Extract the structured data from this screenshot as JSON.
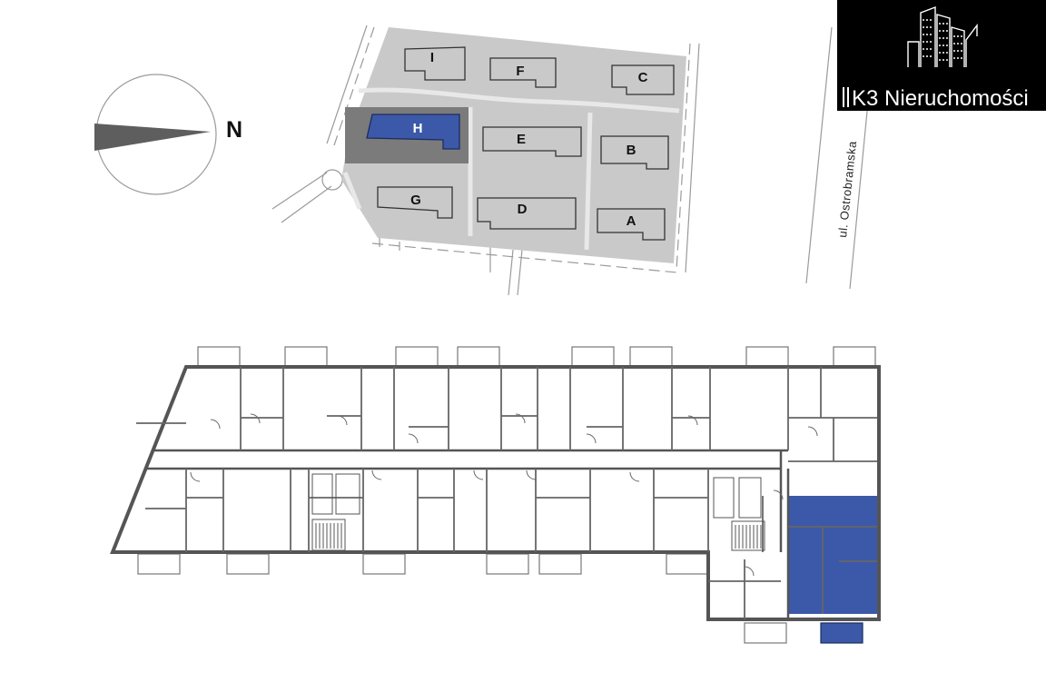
{
  "compass": {
    "north_label": "N"
  },
  "street": {
    "label": "ul. Ostrobramska"
  },
  "brand": {
    "name": "K3 Nieruchomości",
    "logo": "building-skyline-logo"
  },
  "site_plan": {
    "selected_building": "H",
    "buildings": [
      {
        "id": "I",
        "label": "I"
      },
      {
        "id": "F",
        "label": "F"
      },
      {
        "id": "C",
        "label": "C"
      },
      {
        "id": "H",
        "label": "H"
      },
      {
        "id": "E",
        "label": "E"
      },
      {
        "id": "B",
        "label": "B"
      },
      {
        "id": "G",
        "label": "G"
      },
      {
        "id": "D",
        "label": "D"
      },
      {
        "id": "A",
        "label": "A"
      }
    ]
  },
  "floor_plan": {
    "highlighted_apartment": "apartment-highlighted"
  },
  "colors": {
    "highlight": "#3c58a8",
    "site_ground": "#c9c9c9",
    "selected_ground": "#7b7b7b",
    "wall": "#555555",
    "logo_bg": "#000000"
  }
}
